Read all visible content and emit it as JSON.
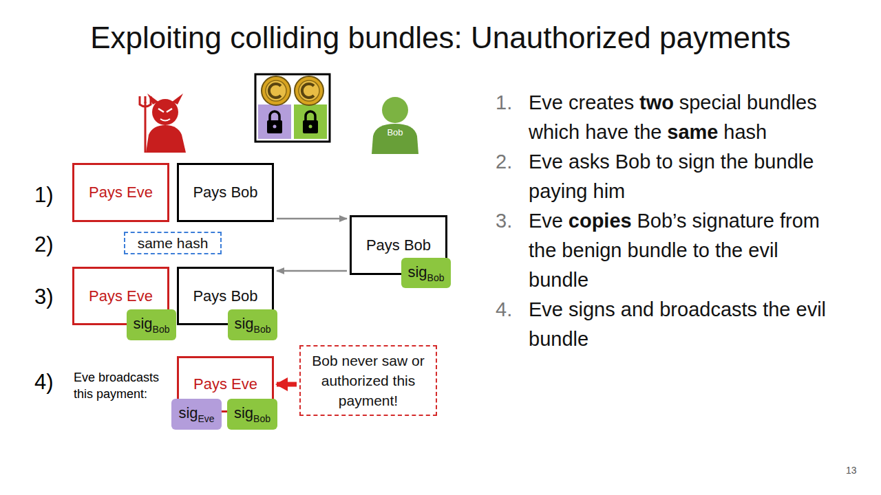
{
  "diagram": {
    "title": "Exploiting colliding bundles: Unauthorized payments",
    "nodes": [
      {
        "text": [
          "Bob"
        ]
      },
      {
        "text": [
          "Pays Eve"
        ]
      },
      {
        "text": [
          "Pays Bob"
        ]
      },
      {
        "text": [
          "same hash"
        ]
      },
      {
        "text": [
          "Pays Bob"
        ]
      },
      {
        "text": [
          "sig",
          "Bob"
        ],
        "in": 4
      },
      {
        "text": [
          "Pays Eve"
        ]
      },
      {
        "text": [
          "sig",
          "Bob"
        ],
        "in": 6
      },
      {
        "text": [
          "Pays Bob"
        ]
      },
      {
        "text": [
          "sig",
          "Bob"
        ],
        "in": 8
      },
      {
        "text": [
          "Pays Eve"
        ]
      },
      {
        "text": [
          "sig",
          "Eve"
        ],
        "in": 10
      },
      {
        "text": [
          "sig",
          "Bob"
        ],
        "in": 10
      },
      {
        "text": [
          "Bob never saw or authorized this payment!"
        ]
      }
    ],
    "edges": [
      {
        "from": 2,
        "to": 4,
        "arrow": "to"
      },
      {
        "from": 4,
        "to": 8,
        "arrow": "to"
      },
      {
        "from": 13,
        "to": 10,
        "arrow": "to"
      }
    ],
    "labels": [
      "1)",
      "2)",
      "3)",
      "4)",
      "Eve broadcasts this payment:",
      "1.",
      "Eve creates",
      "two",
      "special bundles which have the",
      "same",
      "hash",
      "2.",
      "Eve asks Bob to sign the bundle paying him",
      "3.",
      "Eve",
      "copies",
      "Bob’s signature from the benign bundle to the evil bundle",
      "4.",
      "Eve signs and broadcasts the evil bundle",
      "13"
    ]
  }
}
